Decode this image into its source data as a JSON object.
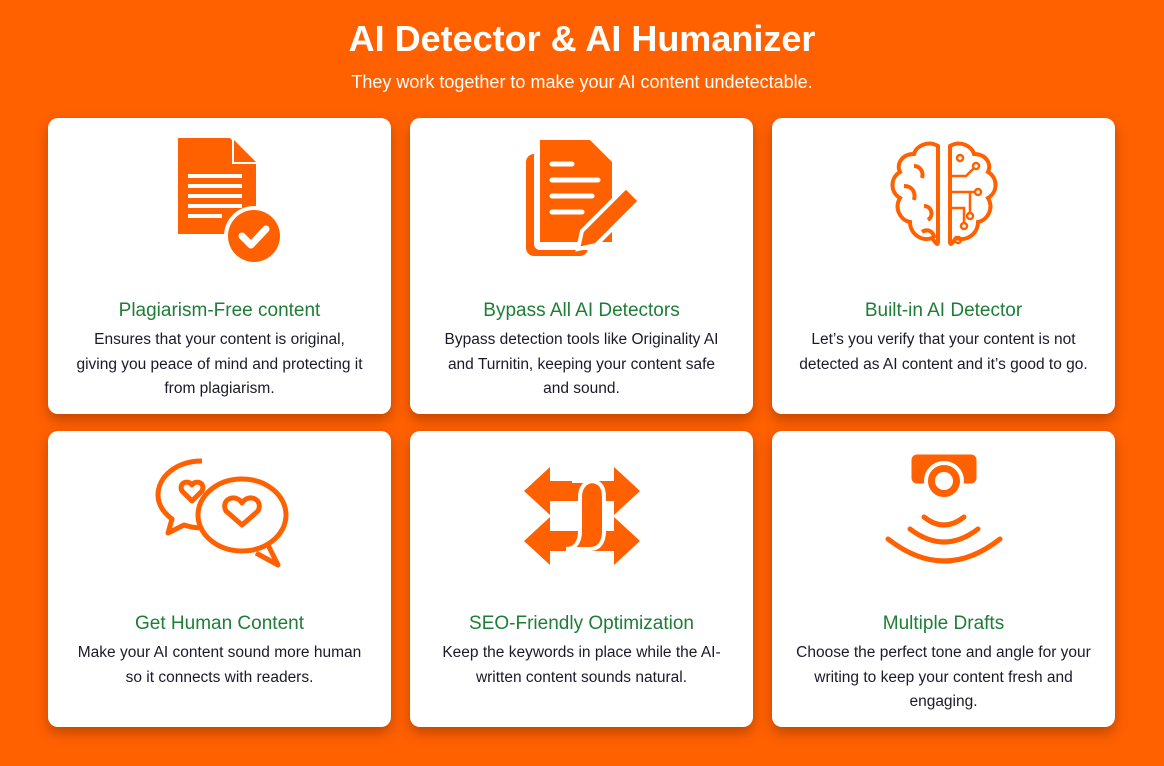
{
  "header": {
    "title": "AI Detector & AI Humanizer",
    "subtitle": "They work together to make your AI content undetectable."
  },
  "colors": {
    "accent": "#ff6101",
    "title_green": "#1e7d36"
  },
  "features": [
    {
      "icon": "document-check-icon",
      "title": "Plagiarism-Free content",
      "desc": "Ensures that your content is original, giving you peace of mind and protecting it from plagiarism."
    },
    {
      "icon": "document-edit-icon",
      "title": "Bypass All AI Detectors",
      "desc": "Bypass detection tools like Originality AI and Turnitin, keeping your content safe and sound."
    },
    {
      "icon": "brain-circuit-icon",
      "title": "Built-in AI Detector",
      "desc": "Let’s you verify that your content is not detected as AI content and it’s good to go."
    },
    {
      "icon": "chat-hearts-icon",
      "title": "Get Human Content",
      "desc": "Make your AI content sound more human so it connects with readers."
    },
    {
      "icon": "arrows-swap-icon",
      "title": "SEO-Friendly Optimization",
      "desc": "Keep the keywords in place while the AI- written content sounds natural."
    },
    {
      "icon": "signal-person-icon",
      "title": "Multiple Drafts",
      "desc": "Choose the perfect tone and angle for your writing to keep your content fresh and engaging."
    }
  ]
}
